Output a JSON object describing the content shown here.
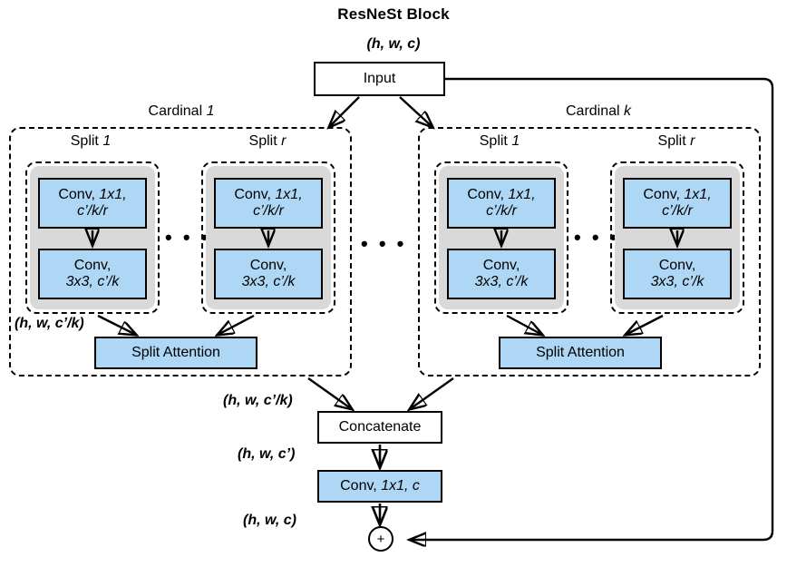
{
  "diagram": {
    "title": "ResNeSt Block",
    "input_block": {
      "label": "Input",
      "dim_above": "(h, w, c)"
    },
    "cardinals": [
      {
        "caption_prefix": "Cardinal ",
        "caption_index": "1",
        "dim_label": "(h, w, c’/k)",
        "middle_dots": "• • •",
        "attention": {
          "label": "Split Attention"
        },
        "splits": [
          {
            "caption_prefix": "Split ",
            "caption_index": "1",
            "conv1": {
              "line1": "Conv, ",
              "line1_it": "1x1,",
              "line2_it": "c’/k/r"
            },
            "conv2": {
              "line1": "Conv,",
              "line2_it": "3x3, c’/k"
            }
          },
          {
            "caption_prefix": "Split ",
            "caption_index": "r",
            "conv1": {
              "line1": "Conv, ",
              "line1_it": "1x1,",
              "line2_it": "c’/k/r"
            },
            "conv2": {
              "line1": "Conv,",
              "line2_it": "3x3, c’/k"
            }
          }
        ]
      },
      {
        "caption_prefix": "Cardinal ",
        "caption_index": "k",
        "dim_label": "",
        "middle_dots": "• • •",
        "attention": {
          "label": "Split Attention"
        },
        "splits": [
          {
            "caption_prefix": "Split ",
            "caption_index": "1",
            "conv1": {
              "line1": "Conv, ",
              "line1_it": "1x1,",
              "line2_it": "c’/k/r"
            },
            "conv2": {
              "line1": "Conv,",
              "line2_it": "3x3, c’/k"
            }
          },
          {
            "caption_prefix": "Split ",
            "caption_index": "r",
            "conv1": {
              "line1": "Conv, ",
              "line1_it": "1x1,",
              "line2_it": "c’/k/r"
            },
            "conv2": {
              "line1": "Conv,",
              "line2_it": "3x3, c’/k"
            }
          }
        ]
      }
    ],
    "cardinal_gap_dots": "• • •",
    "concat_block": {
      "label": "Concatenate",
      "dim_left": "(h, w, c’/k)"
    },
    "final_conv": {
      "line1": "Conv, ",
      "line1_it": "1x1, c",
      "dim_left": "(h, w, c’)"
    },
    "sum_node": {
      "symbol": "+",
      "dim_left": "(h, w, c)"
    },
    "colors": {
      "conv_fill": "#aed6f5",
      "split_pad_fill": "#d9d9d9",
      "stroke": "#000000",
      "page_bg": "#ffffff"
    }
  }
}
